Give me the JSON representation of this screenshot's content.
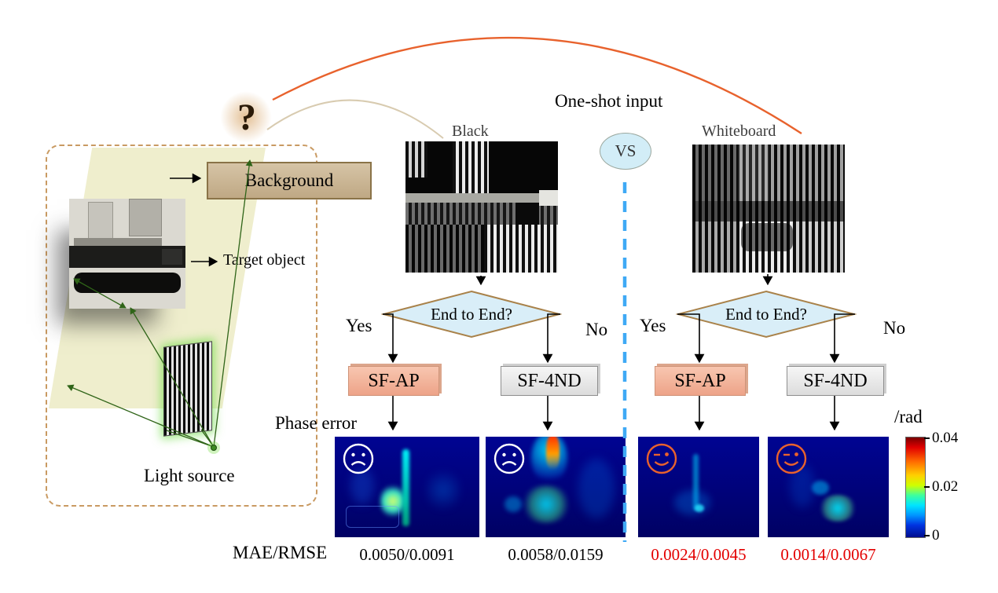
{
  "figure": {
    "title": "One-shot input",
    "vs_label": "VS",
    "question_mark": "?",
    "phase_error_label": "Phase error"
  },
  "setup": {
    "background_label": "Background",
    "target_object_label": "Target object",
    "light_source_label": "Light source"
  },
  "inputs": {
    "left_label": "Black",
    "right_label": "Whiteboard"
  },
  "decision": {
    "question": "End to End?",
    "yes_label": "Yes",
    "no_label": "No"
  },
  "methods": {
    "end_to_end": "SF-AP",
    "non_end_to_end": "SF-4ND"
  },
  "colorbar": {
    "unit": "/rad",
    "ticks": [
      "0.04",
      "0.02",
      "0"
    ]
  },
  "metrics": {
    "label": "MAE/RMSE",
    "values": [
      {
        "text": "0.0050/0.0091",
        "highlight": false
      },
      {
        "text": "0.0058/0.0159",
        "highlight": false
      },
      {
        "text": "0.0024/0.0045",
        "highlight": true
      },
      {
        "text": "0.0014/0.0067",
        "highlight": true
      }
    ]
  },
  "colors": {
    "accent_orange": "#e8622d",
    "highlight_red": "#e30000",
    "divider_blue": "#3fa9f5"
  }
}
